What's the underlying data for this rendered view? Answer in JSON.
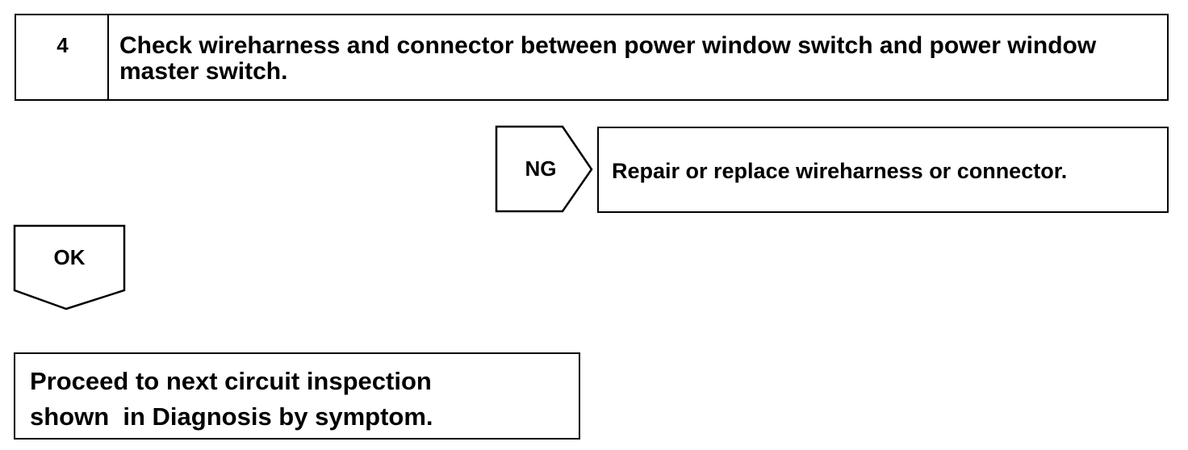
{
  "step": {
    "number": "4",
    "title": "Check wireharness and connector between power window switch and power window master switch."
  },
  "ng_branch": {
    "label": "NG",
    "action": "Repair or replace wireharness or connector."
  },
  "ok_branch": {
    "label": "OK"
  },
  "final": {
    "line1": "Proceed to next circuit inspection",
    "line2": "shown  in Diagnosis by symptom."
  }
}
